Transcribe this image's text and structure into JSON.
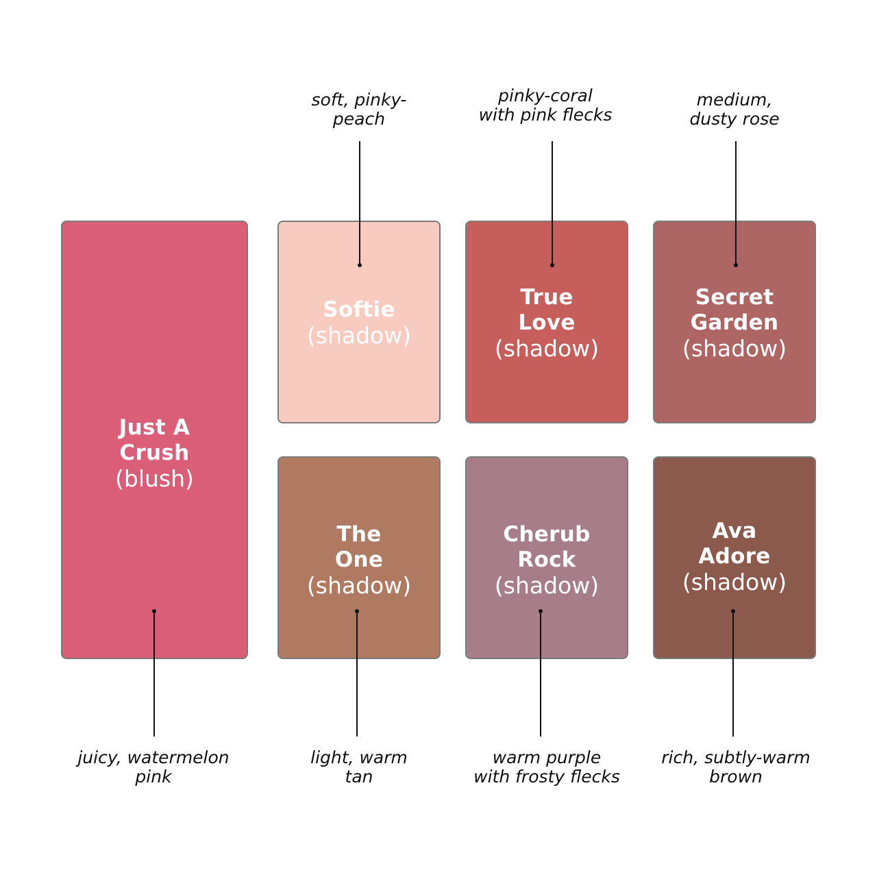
{
  "palette": {
    "shades": [
      {
        "id": "just-a-crush",
        "name": "Just A\nCrush",
        "type": "(blush)",
        "color": "#db5e78",
        "description": "juicy, watermelon\npink"
      },
      {
        "id": "softie",
        "name": "Softie",
        "type": "(shadow)",
        "color": "#f8cbc0",
        "description": "soft, pinky-\npeach"
      },
      {
        "id": "true-love",
        "name": "True\nLove",
        "type": "(shadow)",
        "color": "#c65f5b",
        "description": "pinky-coral\nwith pink flecks"
      },
      {
        "id": "secret-garden",
        "name": "Secret\nGarden",
        "type": "(shadow)",
        "color": "#ad6663",
        "description": "medium,\ndusty rose"
      },
      {
        "id": "the-one",
        "name": "The\nOne",
        "type": "(shadow)",
        "color": "#b07a62",
        "description": "light, warm\ntan"
      },
      {
        "id": "cherub-rock",
        "name": "Cherub\nRock",
        "type": "(shadow)",
        "color": "#a67d88",
        "description": "warm purple\nwith frosty flecks"
      },
      {
        "id": "ava-adore",
        "name": "Ava\nAdore",
        "type": "(shadow)",
        "color": "#8c5a4d",
        "description": "rich, subtly-warm\nbrown"
      }
    ]
  }
}
